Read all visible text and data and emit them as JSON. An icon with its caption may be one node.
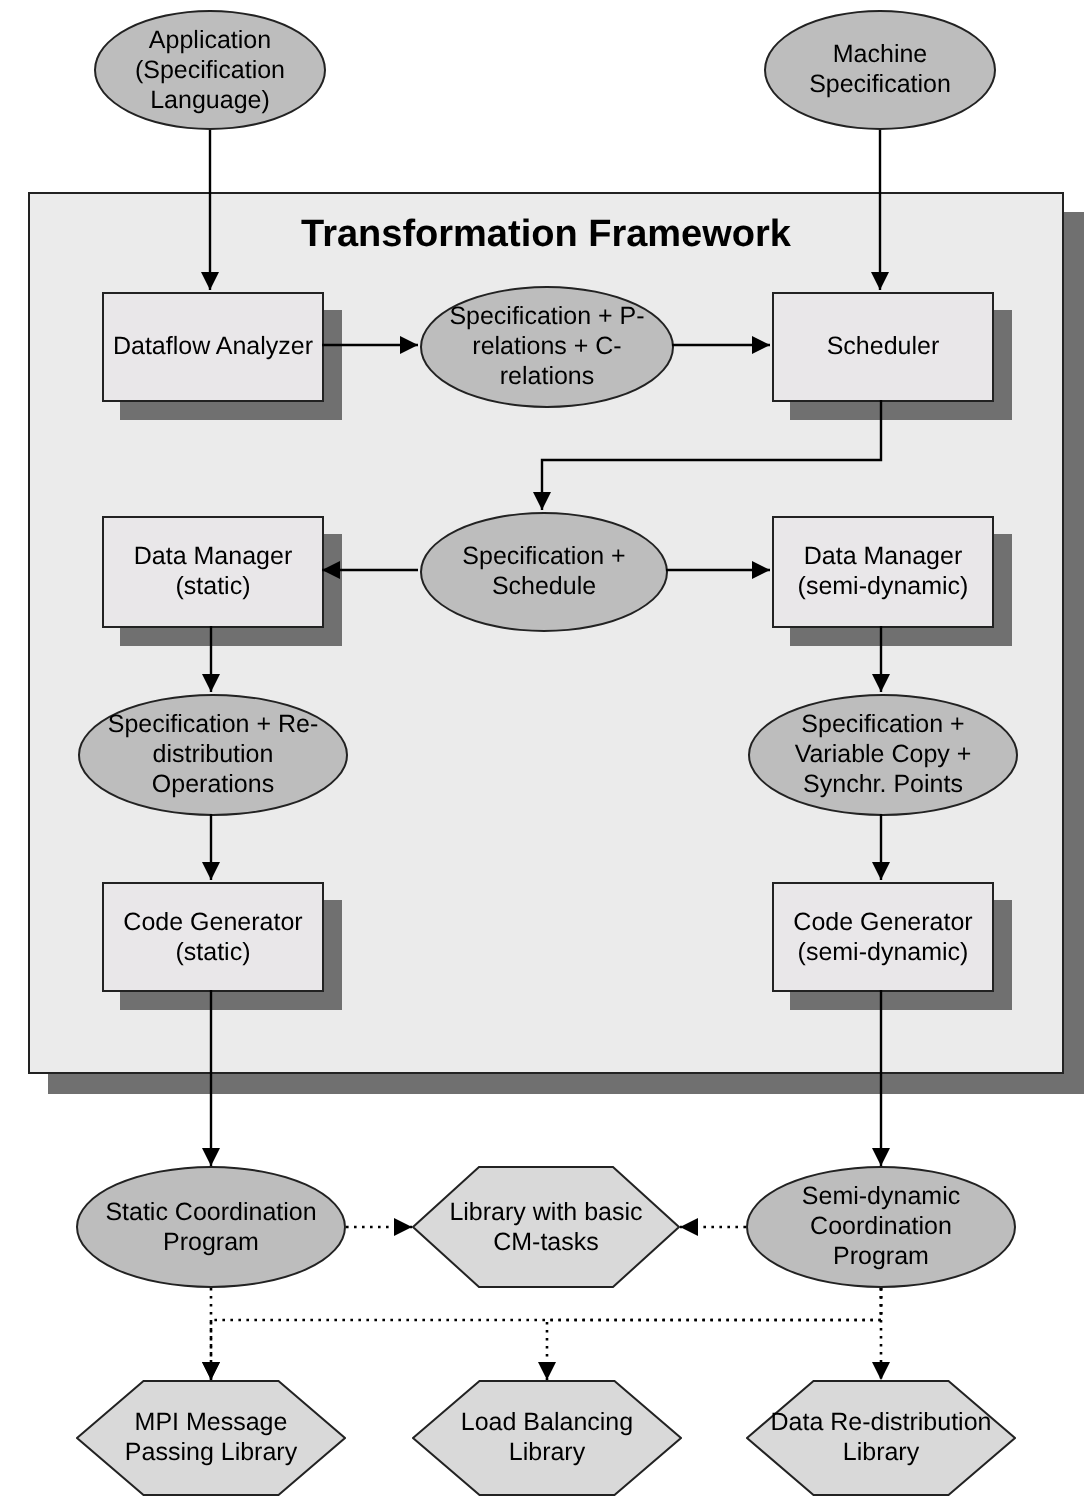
{
  "diagram": {
    "nodes": [
      {
        "text": [
          "Application (Specification Language)"
        ]
      },
      {
        "text": [
          "Machine Specification"
        ]
      },
      {
        "text": [
          "Transformation Framework"
        ]
      },
      {
        "text": [
          "Dataflow Analyzer"
        ],
        "in": 2
      },
      {
        "text": [
          "Specification + P-relations + C-relations"
        ],
        "in": 2
      },
      {
        "text": [
          "Scheduler"
        ],
        "in": 2
      },
      {
        "text": [
          "Data Manager (static)"
        ],
        "in": 2
      },
      {
        "text": [
          "Specification + Schedule"
        ],
        "in": 2
      },
      {
        "text": [
          "Data Manager (semi-dynamic)"
        ],
        "in": 2
      },
      {
        "text": [
          "Specification + Re-distribution Operations"
        ],
        "in": 2
      },
      {
        "text": [
          "Specification + Variable Copy + Synchr. Points"
        ],
        "in": 2
      },
      {
        "text": [
          "Code Generator (static)"
        ],
        "in": 2
      },
      {
        "text": [
          "Code Generator (semi-dynamic)"
        ],
        "in": 2
      },
      {
        "text": [
          "Static Coordination Program"
        ]
      },
      {
        "text": [
          "Library with basic CM-tasks"
        ]
      },
      {
        "text": [
          "Semi-dynamic Coordination Program"
        ]
      },
      {
        "text": [
          "MPI Message Passing Library"
        ]
      },
      {
        "text": [
          "Load Balancing Library"
        ]
      },
      {
        "text": [
          "Data Re-distribution Library"
        ]
      }
    ],
    "edges": [
      {
        "from": 0,
        "to": 3,
        "arrow": "to"
      },
      {
        "from": 1,
        "to": 5,
        "arrow": "to"
      },
      {
        "from": 3,
        "to": 4,
        "arrow": "to"
      },
      {
        "from": 4,
        "to": 5,
        "arrow": "to"
      },
      {
        "from": 5,
        "to": 7,
        "arrow": "to"
      },
      {
        "from": 7,
        "to": 6,
        "arrow": "to"
      },
      {
        "from": 7,
        "to": 8,
        "arrow": "to"
      },
      {
        "from": 6,
        "to": 9,
        "arrow": "to"
      },
      {
        "from": 8,
        "to": 10,
        "arrow": "to"
      },
      {
        "from": 9,
        "to": 11,
        "arrow": "to"
      },
      {
        "from": 10,
        "to": 12,
        "arrow": "to"
      },
      {
        "from": 11,
        "to": 13,
        "arrow": "to"
      },
      {
        "from": 12,
        "to": 15,
        "arrow": "to"
      },
      {
        "from": 13,
        "to": 14,
        "arrow": "to",
        "style": "dashed"
      },
      {
        "from": 15,
        "to": 14,
        "arrow": "to",
        "style": "dashed"
      },
      {
        "from": 13,
        "to": 16,
        "arrow": "to",
        "style": "dashed"
      },
      {
        "from": 15,
        "to": 16,
        "arrow": "to",
        "style": "dashed"
      },
      {
        "from": 15,
        "to": 17,
        "arrow": "to",
        "style": "dashed"
      },
      {
        "from": 15,
        "to": 18,
        "arrow": "to",
        "style": "dashed"
      }
    ]
  }
}
